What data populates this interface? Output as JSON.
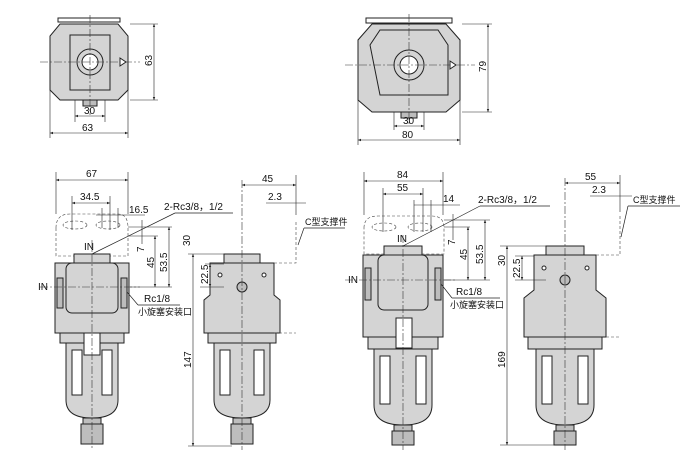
{
  "top_left": {
    "height": "63",
    "port": "30",
    "width": "63"
  },
  "top_right": {
    "height": "79",
    "port": "30",
    "width": "80"
  },
  "front_left": {
    "width": "67",
    "bracket_pitch": "34.5",
    "slot": "16.5",
    "port_label": "2-Rc3/8，1/2",
    "in_top": "IN",
    "in_side": "IN",
    "d7": "7",
    "d45": "45",
    "d53_5": "53.5",
    "plug_port": "Rc1/8",
    "plug_label": "小旋塞安装口"
  },
  "side_left": {
    "depth": "45",
    "thickness": "2.3",
    "bracket_label": "C型支撑件",
    "d30": "30",
    "d22_5": "22.5",
    "height": "147"
  },
  "front_right": {
    "width": "84",
    "bracket_pitch": "55",
    "slot": "14",
    "port_label": "2-Rc3/8，1/2",
    "in_top": "IN",
    "in_side": "IN",
    "d7": "7",
    "d45": "45",
    "d53_5": "53.5",
    "plug_port": "Rc1/8",
    "plug_label": "小旋塞安装口"
  },
  "side_right": {
    "depth": "55",
    "thickness": "2.3",
    "bracket_label": "C型支撑件",
    "d30": "30",
    "d22_5": "22.5",
    "height": "169"
  }
}
